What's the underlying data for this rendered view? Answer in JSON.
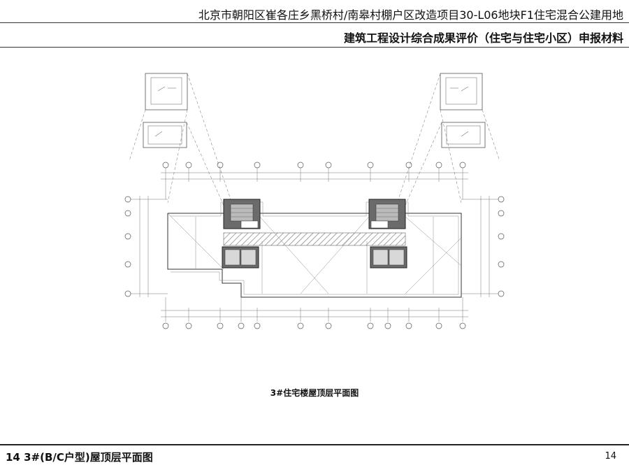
{
  "header": {
    "project_name": "北京市朝阳区崔各庄乡黑桥村/南皋村棚户区改造项目30-L06地块F1住宅混合公建用地",
    "document_title": "建筑工程设计综合成果评价（住宅与住宅小区）申报材料"
  },
  "drawing": {
    "caption": "3#住宅楼屋顶层平面图"
  },
  "footer": {
    "section_title": "14 3#(B/C户型)屋顶层平面图",
    "page_number": "14"
  }
}
